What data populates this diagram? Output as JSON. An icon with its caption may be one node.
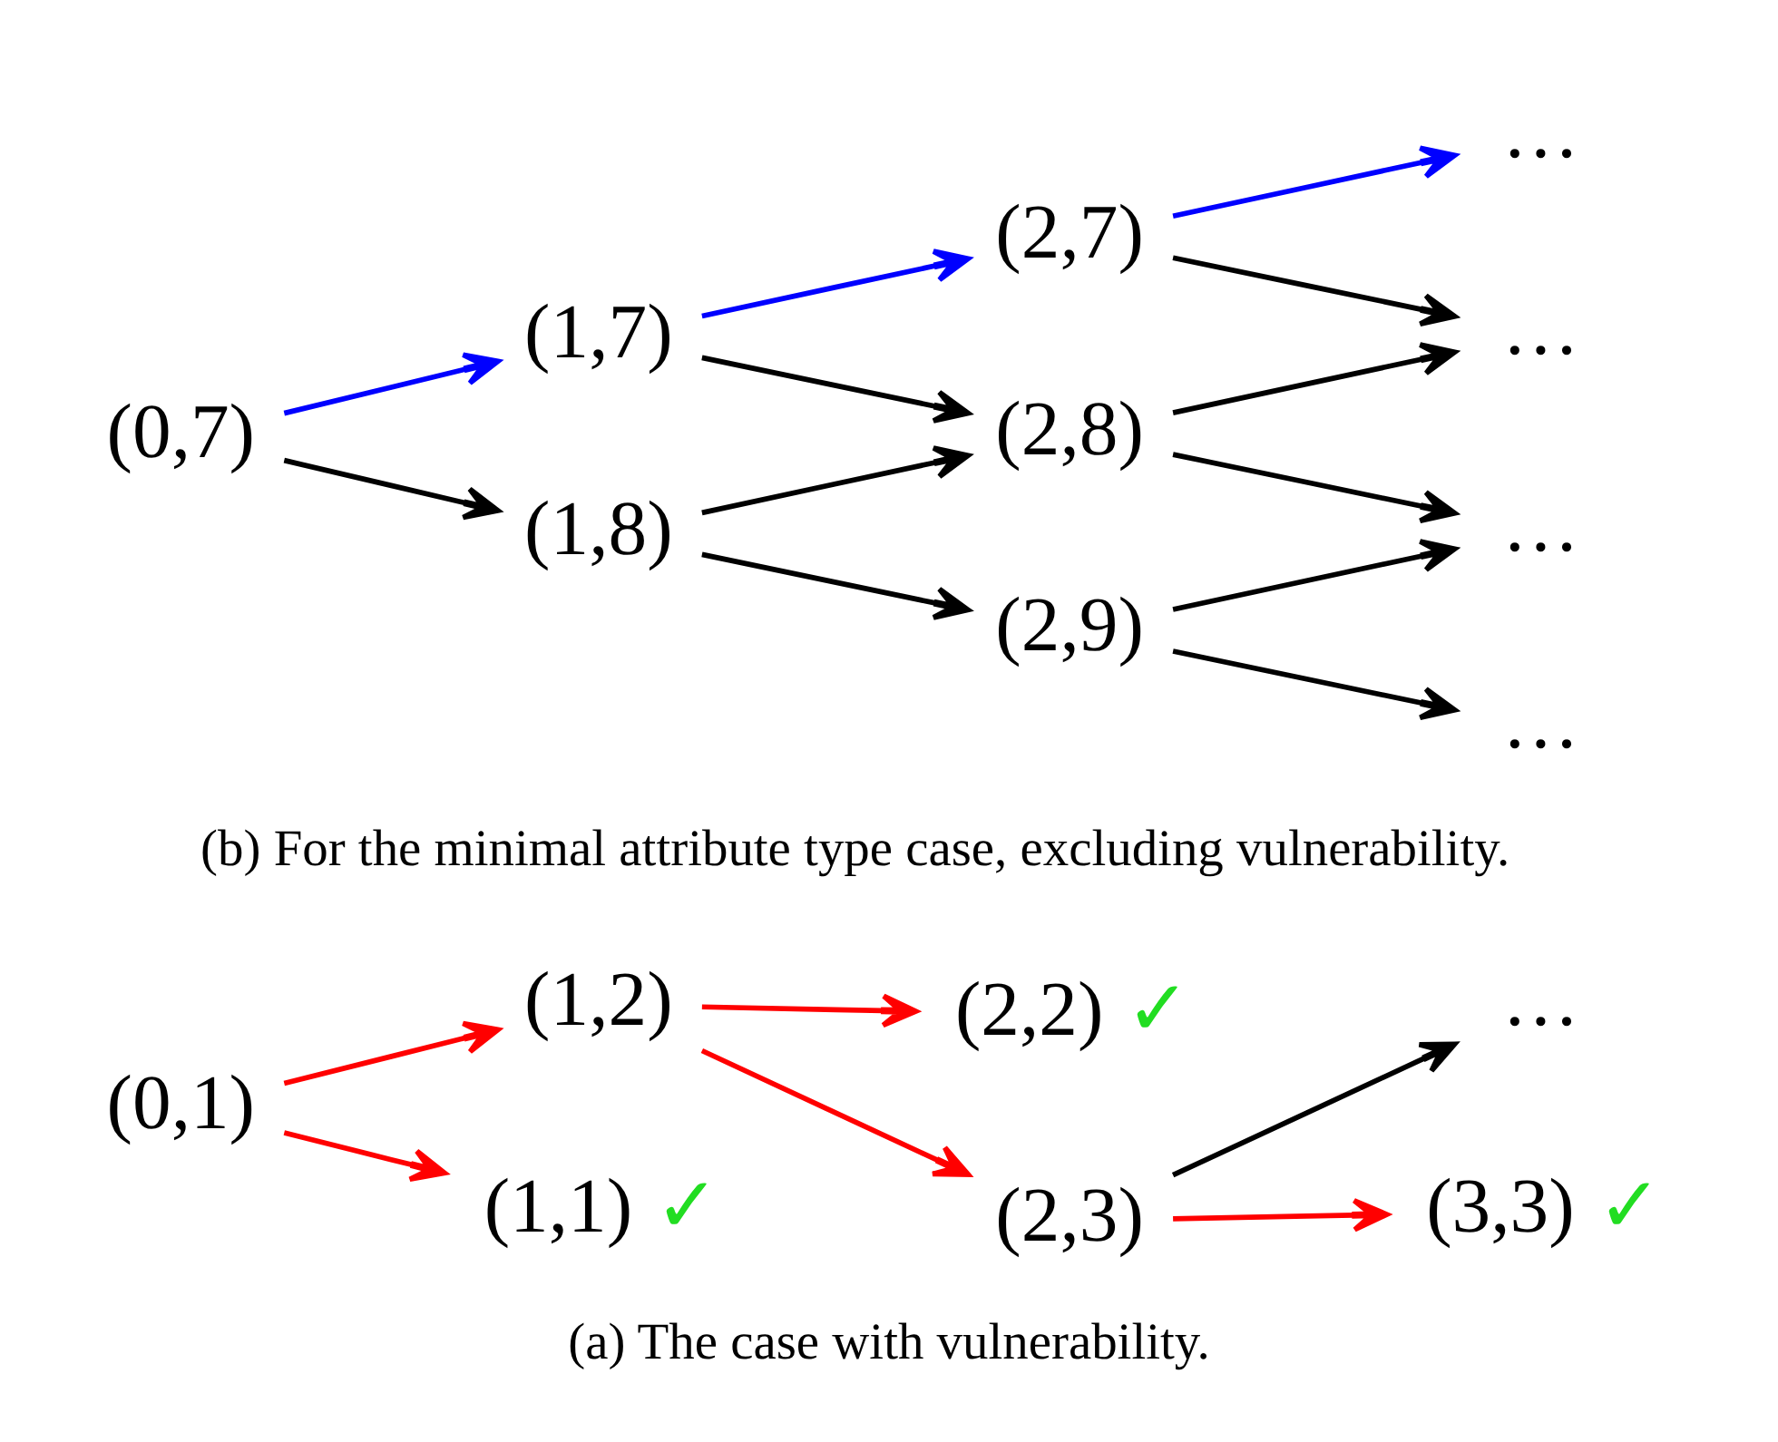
{
  "diagram": {
    "nodes": [
      {
        "text": [
          "(0,1)"
        ]
      },
      {
        "text": [
          "(1,1)"
        ],
        "beside": [
          "✓"
        ]
      },
      {
        "text": [
          "(1,2)"
        ]
      },
      {
        "text": [
          "(2,3)"
        ]
      },
      {
        "text": [
          "(2,2)"
        ],
        "beside": [
          "✓"
        ]
      },
      {
        "text": [
          "(3,3)"
        ],
        "beside": [
          "✓"
        ]
      },
      {
        "text": [
          "…"
        ]
      },
      {
        "text": [
          "(0,7)"
        ]
      },
      {
        "text": [
          "(1,8)"
        ]
      },
      {
        "text": [
          "(1,7)"
        ]
      },
      {
        "text": [
          "(2,9)"
        ]
      },
      {
        "text": [
          "(2,8)"
        ]
      },
      {
        "text": [
          "(2,7)"
        ]
      },
      {
        "text": [
          "…"
        ]
      },
      {
        "text": [
          "…"
        ]
      },
      {
        "text": [
          "…"
        ]
      },
      {
        "text": [
          "…"
        ]
      }
    ],
    "edges": [
      {
        "from": 0,
        "to": 1,
        "arrow": "to",
        "color": "#ff0000"
      },
      {
        "from": 0,
        "to": 2,
        "arrow": "to",
        "color": "#ff0000"
      },
      {
        "from": 2,
        "to": 3,
        "arrow": "to",
        "color": "#ff0000"
      },
      {
        "from": 2,
        "to": 4,
        "arrow": "to",
        "color": "#ff0000"
      },
      {
        "from": 3,
        "to": 5,
        "arrow": "to",
        "color": "#ff0000"
      },
      {
        "from": 3,
        "to": 6,
        "arrow": "to"
      },
      {
        "from": 7,
        "to": 8,
        "arrow": "to"
      },
      {
        "from": 7,
        "to": 9,
        "arrow": "to",
        "color": "#0000ff"
      },
      {
        "from": 8,
        "to": 10,
        "arrow": "to"
      },
      {
        "from": 8,
        "to": 11,
        "arrow": "to"
      },
      {
        "from": 9,
        "to": 11,
        "arrow": "to"
      },
      {
        "from": 9,
        "to": 12,
        "arrow": "to",
        "color": "#0000ff"
      },
      {
        "from": 10,
        "to": 13,
        "arrow": "to"
      },
      {
        "from": 10,
        "to": 14,
        "arrow": "to"
      },
      {
        "from": 11,
        "to": 14,
        "arrow": "to"
      },
      {
        "from": 11,
        "to": 15,
        "arrow": "to"
      },
      {
        "from": 12,
        "to": 15,
        "arrow": "to"
      },
      {
        "from": 12,
        "to": 16,
        "arrow": "to",
        "color": "#0000ff"
      }
    ],
    "labels": [
      "(a) The case with vulnerability.",
      "(b) For the minimal attribute type case, excluding vulnerability."
    ]
  }
}
